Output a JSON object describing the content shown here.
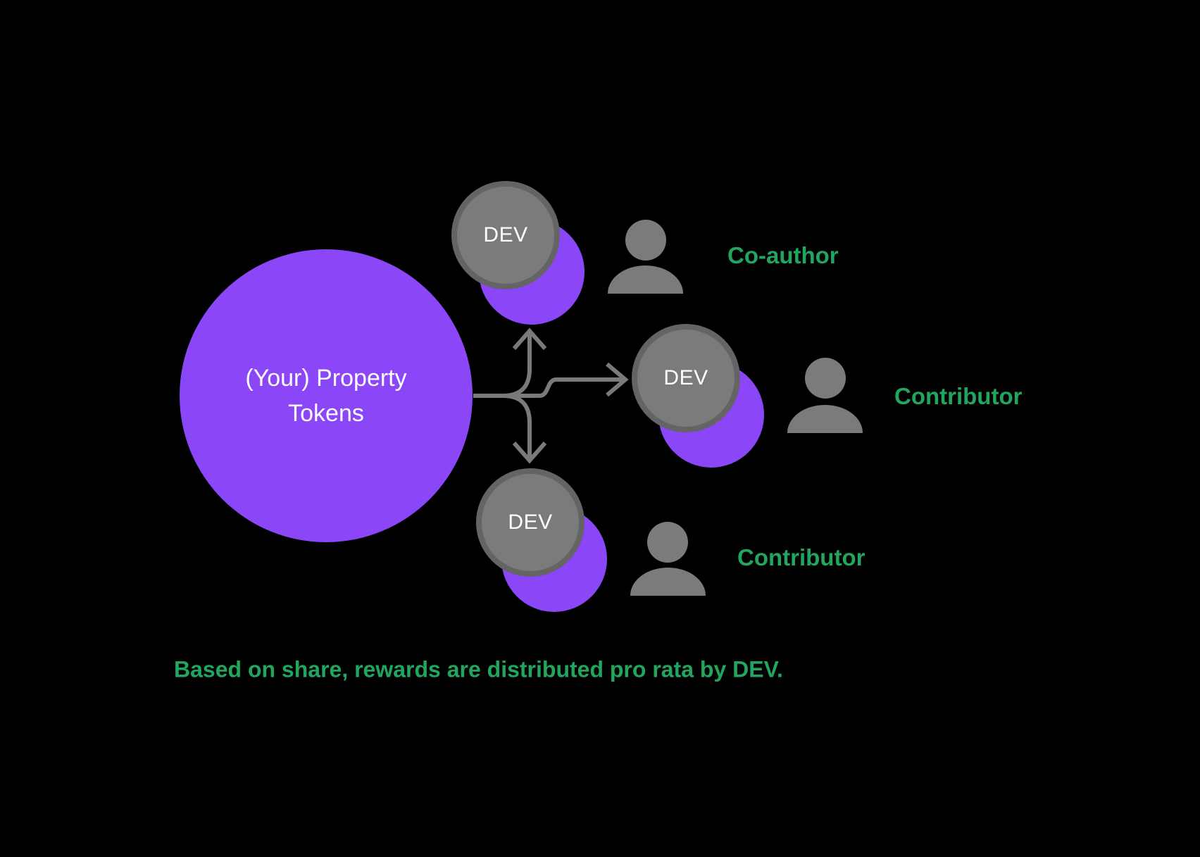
{
  "title_circle": {
    "line1": "(Your) Property",
    "line2": "Tokens"
  },
  "nodes": [
    {
      "token": "DEV",
      "role": "Co-author"
    },
    {
      "token": "DEV",
      "role": "Contributor"
    },
    {
      "token": "DEV",
      "role": "Contributor"
    }
  ],
  "caption": "Based on share, rewards are distributed pro rata by DEV.",
  "icons": {
    "person": "person-silhouette",
    "arrows": "three-way-branch-arrows"
  },
  "colors": {
    "background": "#000000",
    "token_purple": "#8B46F8",
    "node_gray": "#7B7B7B",
    "node_border_gray": "#646464",
    "arrow_gray": "#7A7A7A",
    "accent_green": "#22A55F",
    "text_white": "#FCFBFE"
  }
}
